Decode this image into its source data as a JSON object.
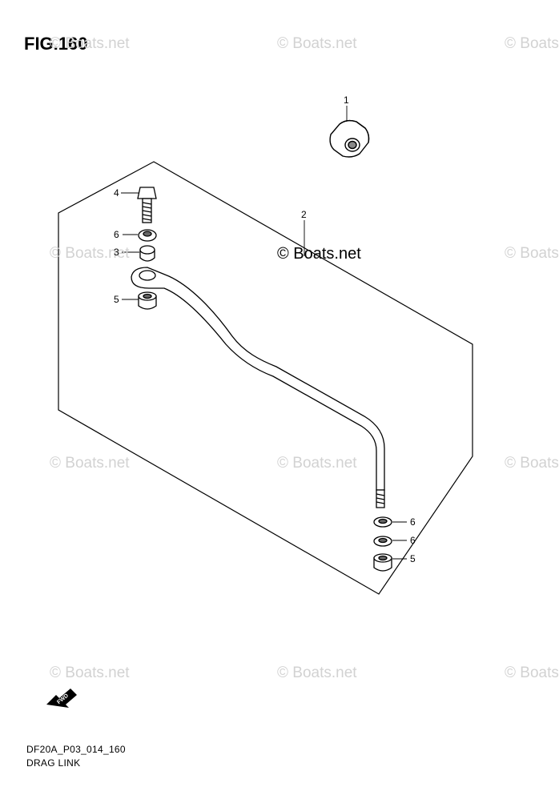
{
  "figure": {
    "title": "FIG.160"
  },
  "watermark": {
    "text": "© Boats.net",
    "featured_text": "© Boats.net"
  },
  "parts": [
    {
      "number": "1"
    },
    {
      "number": "2"
    },
    {
      "number": "3"
    },
    {
      "number": "4"
    },
    {
      "number": "5"
    },
    {
      "number": "5"
    },
    {
      "number": "6"
    },
    {
      "number": "6"
    },
    {
      "number": "6"
    }
  ],
  "direction": {
    "label": "FWD",
    "icon": "forward-arrow-icon"
  },
  "footer": {
    "code": "DF20A_P03_014_160",
    "caption": "DRAG LINK"
  },
  "colors": {
    "line": "#000000",
    "watermark": "#d2d2d2",
    "background": "#ffffff"
  }
}
